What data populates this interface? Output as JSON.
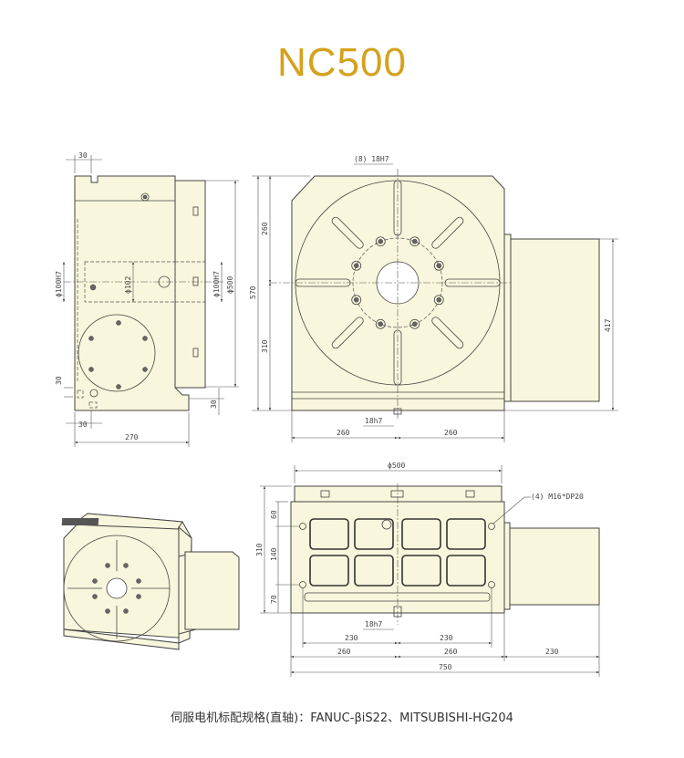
{
  "title": "NC500",
  "caption": "伺服电机标配规格(直轴)：FANUC-βiS22、MITSUBISHI-HG204",
  "colors": {
    "title": "#d4a21c",
    "body_fill": "#f8f6dc",
    "outline": "#444444"
  },
  "side_view": {
    "dims": {
      "top_offset": "30",
      "bore_left": "ϕ100H7",
      "bore_mid": "ϕ102",
      "bore_right": "ϕ100H7",
      "table_dia": "ϕ500",
      "bottom_left": "30",
      "bottom_right": "30",
      "foot": "30",
      "width": "270"
    }
  },
  "front_view": {
    "dims": {
      "slot_top": "(8) 18H7",
      "upper": "260",
      "lower": "310",
      "height": "570",
      "motor_height": "417",
      "key": "18h7",
      "left": "260",
      "right": "260"
    }
  },
  "bottom_view": {
    "dims": {
      "table_dia": "ϕ500",
      "mount_holes": "(4) M16*DP20",
      "height": "310",
      "h1": "60",
      "h2": "140",
      "h3": "70",
      "key": "18h7",
      "hole_left": "230",
      "hole_right": "230",
      "left": "260",
      "right": "260",
      "motor": "230",
      "total": "750"
    }
  }
}
